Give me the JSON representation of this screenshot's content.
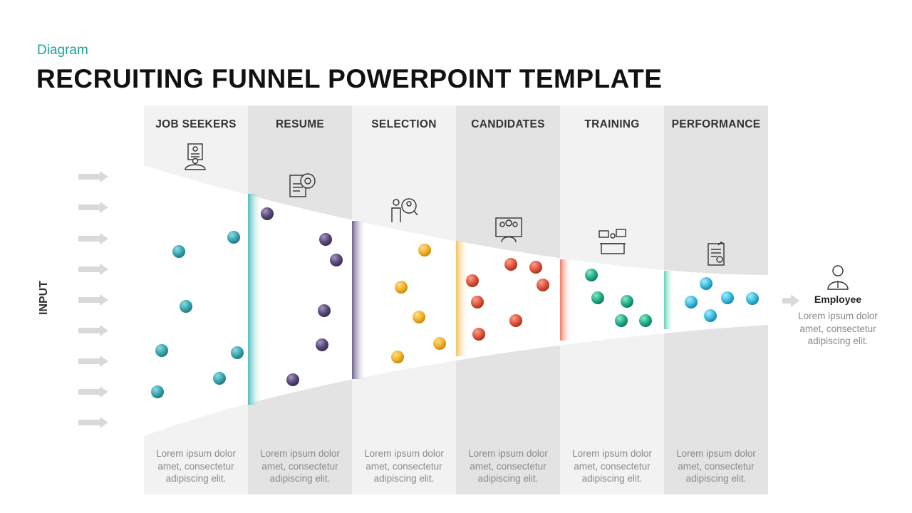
{
  "header": {
    "kicker": "Diagram",
    "title": "RECRUITING FUNNEL POWERPOINT TEMPLATE"
  },
  "input_label": "INPUT",
  "stages": [
    {
      "label": "JOB SEEKERS",
      "icon": "job-seeker-resume-icon",
      "dot_color": "#3aa7b0",
      "description": "Lorem ipsum dolor amet, consectetur adipiscing elit."
    },
    {
      "label": "RESUME",
      "icon": "resume-gear-icon",
      "dot_color": "#5a4a7a",
      "description": "Lorem ipsum dolor amet, consectetur adipiscing elit."
    },
    {
      "label": "SELECTION",
      "icon": "magnifier-person-icon",
      "dot_color": "#f3b22a",
      "description": "Lorem ipsum dolor amet, consectetur adipiscing elit."
    },
    {
      "label": "CANDIDATES",
      "icon": "candidates-board-icon",
      "dot_color": "#e0553c",
      "description": "Lorem ipsum dolor amet, consectetur adipiscing elit."
    },
    {
      "label": "TRAINING",
      "icon": "training-desk-icon",
      "dot_color": "#22b08a",
      "description": "Lorem ipsum dolor amet, consectetur adipiscing elit."
    },
    {
      "label": "PERFORMANCE",
      "icon": "performance-report-icon",
      "dot_color": "#3bbde0",
      "description": "Lorem ipsum dolor amet, consectetur adipiscing elit."
    }
  ],
  "output": {
    "icon": "employee-icon",
    "title": "Employee",
    "description": "Lorem ipsum dolor amet, consectetur adipiscing elit."
  },
  "colors": {
    "accent": "#1aa39a",
    "column_light": "#f2f2f2",
    "column_dark": "#e3e3e3",
    "arrow": "#d9d9d9"
  }
}
